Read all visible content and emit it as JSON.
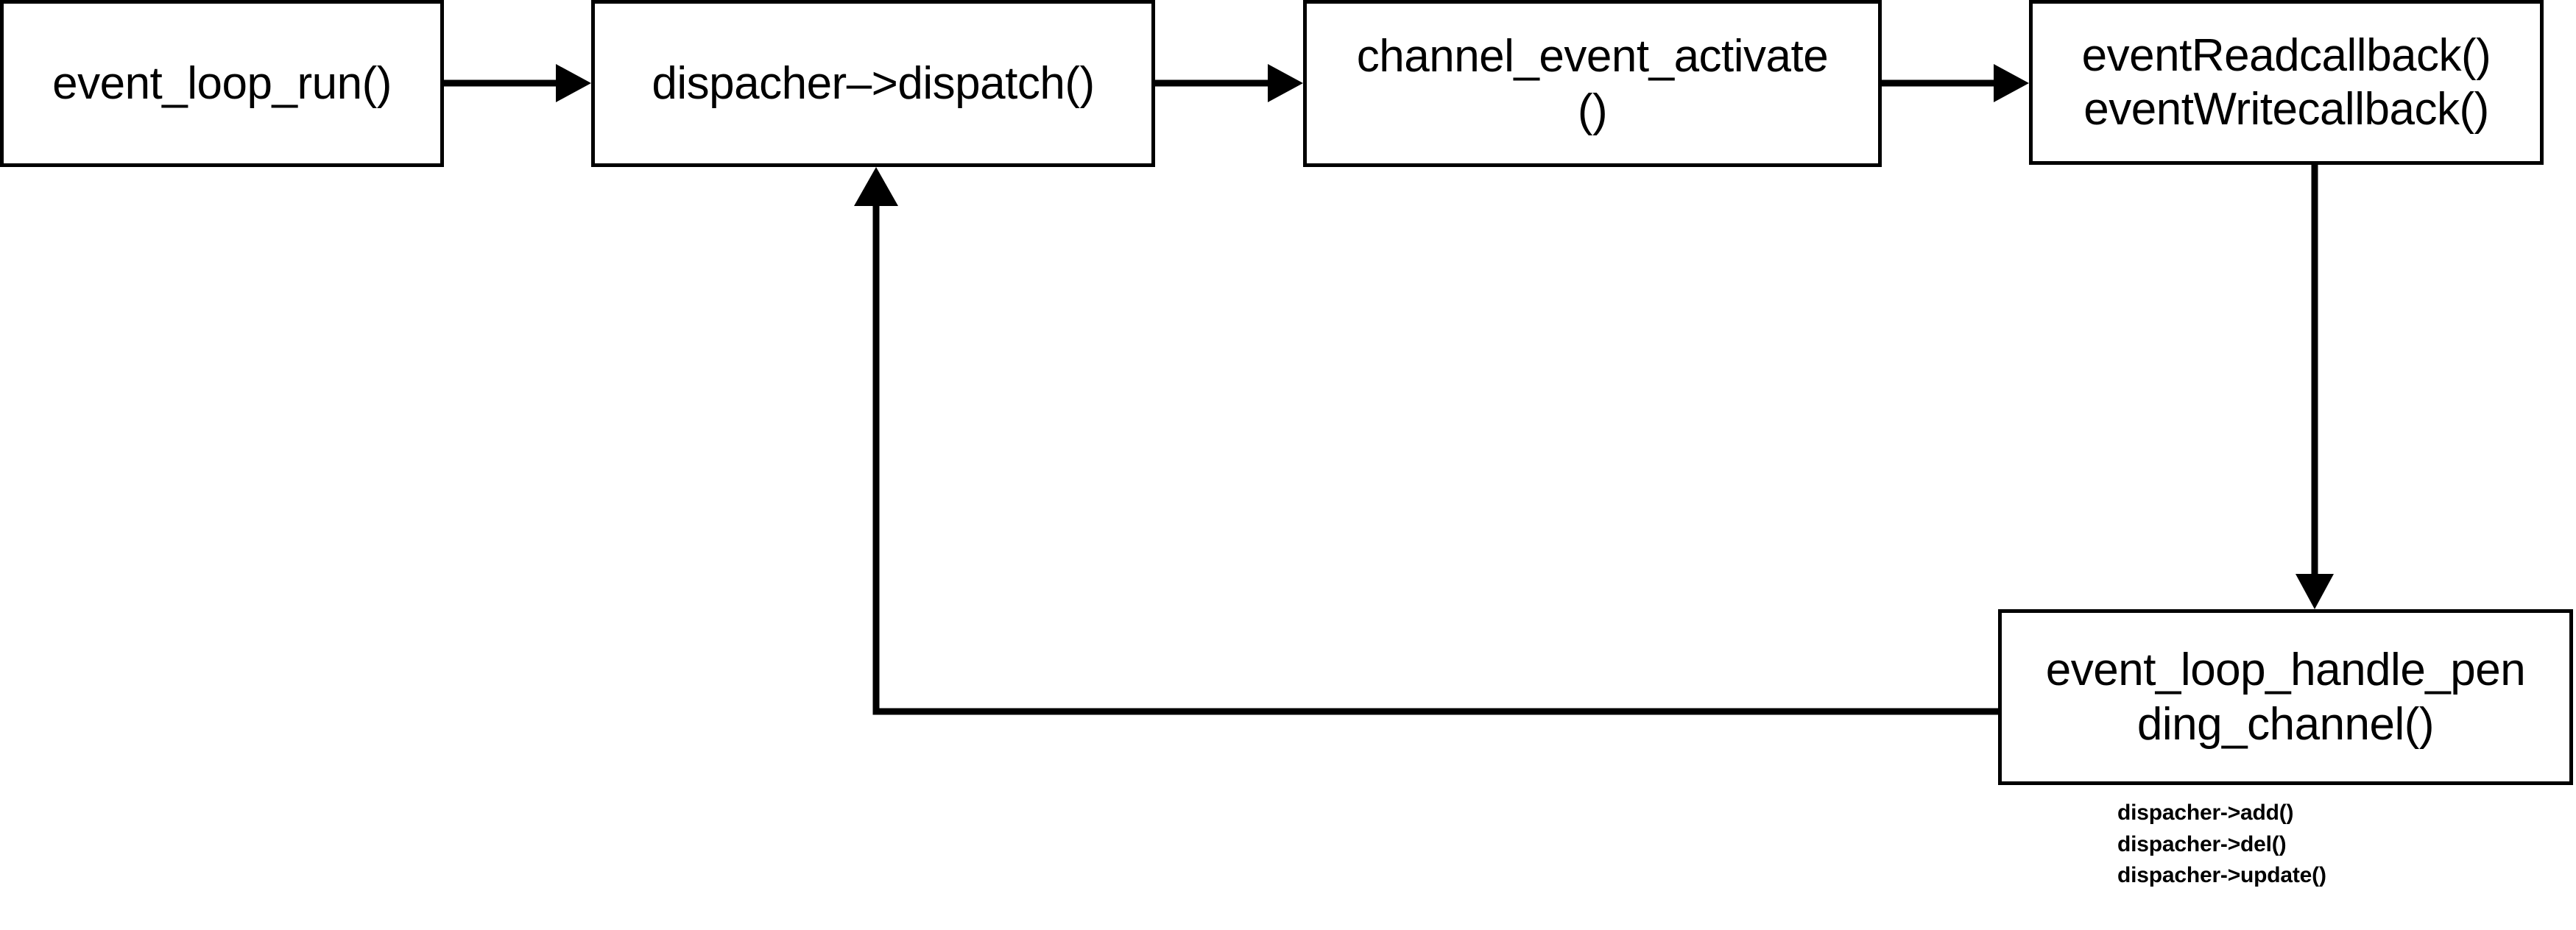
{
  "diagram": {
    "type": "flowchart",
    "title": "",
    "background_color": "#ffffff",
    "stroke_color": "#000000",
    "nodes": [
      {
        "id": "event_loop_run",
        "label": "event_loop_run()",
        "shape": "rectangle"
      },
      {
        "id": "dispatcher_dispatch",
        "label": "dispacher–>dispatch()",
        "shape": "rectangle"
      },
      {
        "id": "channel_event_activate",
        "label": "channel_event_activate\n()",
        "shape": "rectangle"
      },
      {
        "id": "event_callbacks",
        "label": "eventReadcallback()\neventWritecallback()",
        "shape": "rectangle"
      },
      {
        "id": "handle_pending_channel",
        "label": "event_loop_handle_pen\nding_channel()",
        "shape": "rectangle"
      }
    ],
    "edges": [
      {
        "from": "event_loop_run",
        "to": "dispatcher_dispatch",
        "label": "",
        "direction": "right"
      },
      {
        "from": "dispatcher_dispatch",
        "to": "channel_event_activate",
        "label": "",
        "direction": "right"
      },
      {
        "from": "channel_event_activate",
        "to": "event_callbacks",
        "label": "",
        "direction": "right"
      },
      {
        "from": "event_callbacks",
        "to": "handle_pending_channel",
        "label": "",
        "direction": "down"
      },
      {
        "from": "handle_pending_channel",
        "to": "dispatcher_dispatch",
        "label": "",
        "direction": "feedback-left-up"
      }
    ],
    "annotations": [
      "dispacher->add()",
      "dispacher->del()",
      "dispacher->update()"
    ]
  }
}
